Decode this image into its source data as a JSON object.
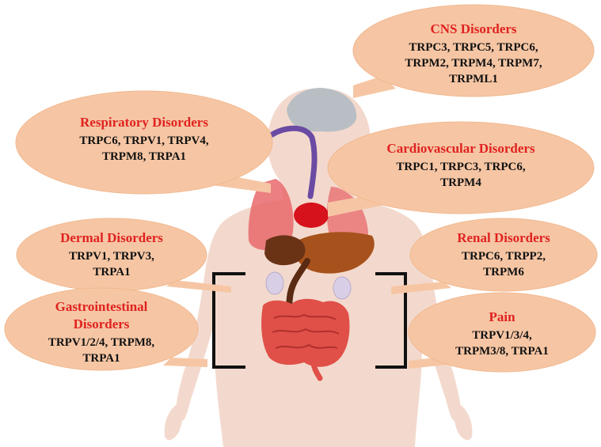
{
  "colors": {
    "bubble_fill": "#f6c6a4",
    "bubble_stroke": "#f1b88f",
    "title_red": "#e0221f",
    "text_black": "#111111",
    "body_skin": "#f3d9cd",
    "lung_red": "#e7686b",
    "heart_red": "#d6121c",
    "liver_brown": "#a7521c",
    "stomach_brown": "#6b3316",
    "intestine_red": "#e05048",
    "brain_grey": "#b9bec4",
    "trachea_purple": "#6a4aa3",
    "kidney_lilac": "#d8cfe6",
    "bracket_black": "#111111"
  },
  "bubbles": [
    {
      "id": "cns",
      "title": "CNS Disorders",
      "lines": [
        "TRPC3, TRPC5, TRPC6,",
        "TRPM2, TRPM4, TRPM7,",
        "TRPML1"
      ]
    },
    {
      "id": "respiratory",
      "title": "Respiratory Disorders",
      "lines": [
        "TRPC6, TRPV1, TRPV4,",
        "TRPM8, TRPA1"
      ]
    },
    {
      "id": "cardiovascular",
      "title": "Cardiovascular Disorders",
      "lines": [
        "TRPC1, TRPC3, TRPC6,",
        "TRPM4"
      ]
    },
    {
      "id": "dermal",
      "title": "Dermal Disorders",
      "lines": [
        "TRPV1, TRPV3,",
        "TRPA1"
      ]
    },
    {
      "id": "renal",
      "title": "Renal Disorders",
      "lines": [
        "TRPC6, TRPP2,",
        "TRPM6"
      ]
    },
    {
      "id": "gastrointestinal",
      "title": "Gastrointestinal",
      "title2": "Disorders",
      "lines": [
        "TRPV1/2/4, TRPM8,",
        "TRPA1"
      ]
    },
    {
      "id": "pain",
      "title": "Pain",
      "lines": [
        "TRPV1/3/4,",
        "TRPM3/8,  TRPA1"
      ]
    }
  ]
}
